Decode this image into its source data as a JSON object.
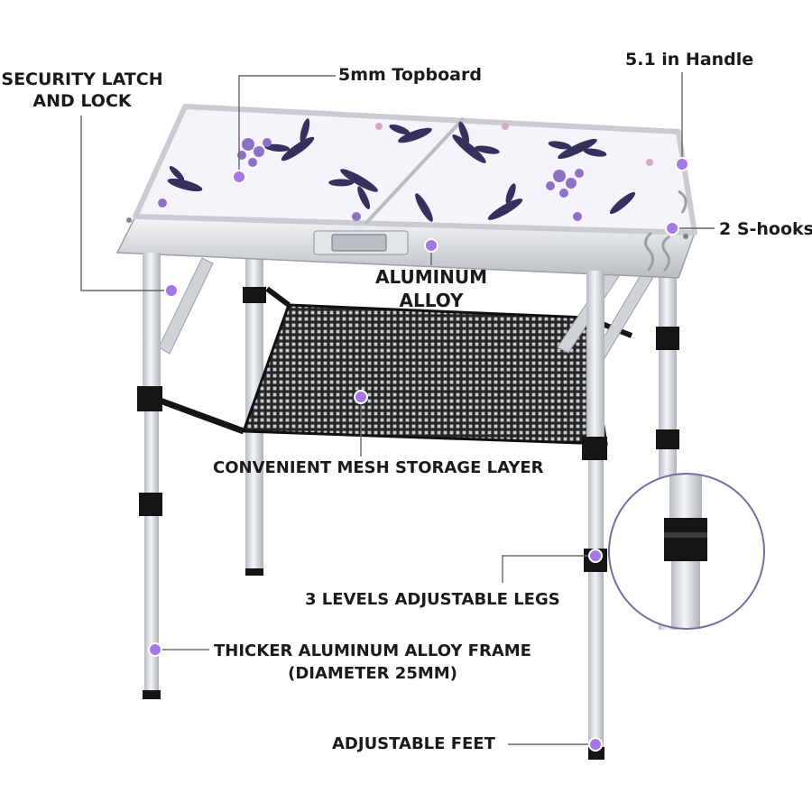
{
  "colors": {
    "accent_dot": "#a677e8",
    "callout_line": "#666666",
    "text": "#1a1a1a",
    "aluminum": "#d9dde1",
    "leg_clamp": "#151515",
    "mesh": "#262626",
    "leaf_navy": "#34315f",
    "flower_purple": "#8e70c4"
  },
  "labels": {
    "security_latch_line1": "SECURITY LATCH",
    "security_latch_line2": "AND LOCK",
    "topboard": "5mm Topboard",
    "handle": "5.1 in Handle",
    "s_hooks": "2 S-hooks",
    "aluminum_line1": "ALUMINUM",
    "aluminum_line2": "ALLOY",
    "mesh_layer": "CONVENIENT MESH STORAGE LAYER",
    "legs": "3 LEVELS ADJUSTABLE LEGS",
    "frame_line1": "THICKER ALUMINUM ALLOY FRAME",
    "frame_line2": "(DIAMETER 25MM)",
    "feet": "ADJUSTABLE FEET"
  }
}
